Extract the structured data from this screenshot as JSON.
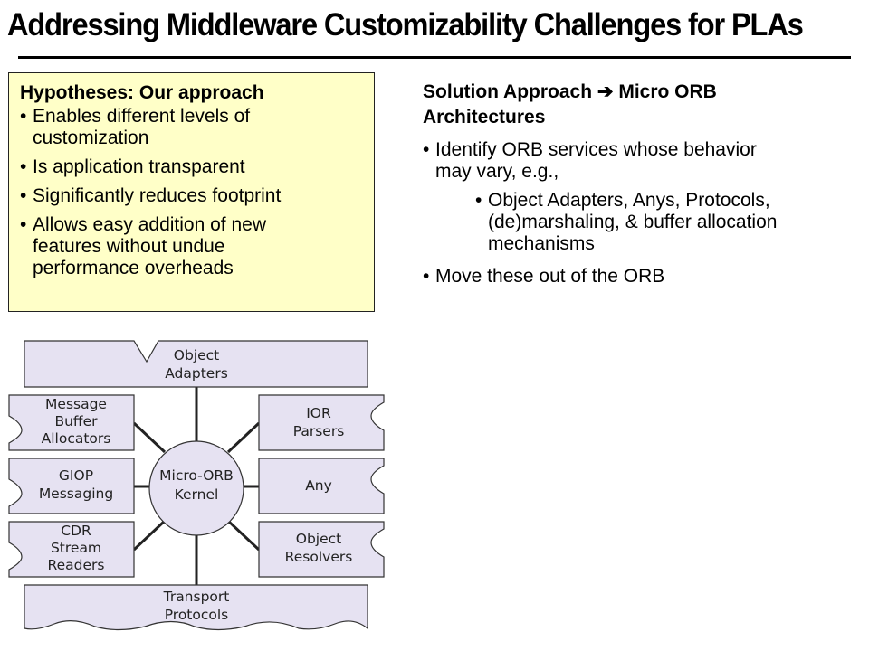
{
  "slide": {
    "title": "Addressing Middleware Customizability Challenges for PLAs"
  },
  "hypotheses": {
    "heading": "Hypotheses: Our approach",
    "items": [
      {
        "lines": [
          "Enables different levels of",
          "customization"
        ]
      },
      {
        "lines": [
          "Is application transparent"
        ]
      },
      {
        "lines": [
          "Significantly reduces footprint"
        ]
      },
      {
        "lines": [
          "Allows easy addition of new",
          "features without undue",
          "performance overheads"
        ]
      }
    ]
  },
  "solution": {
    "heading_lines": [
      "Solution Approach",
      "Architectures"
    ],
    "heading_after_arrow": "Micro ORB",
    "items": [
      {
        "lines": [
          "Identify ORB services whose behavior",
          "may vary, e.g.,"
        ]
      },
      {
        "lines": [
          "Move these out of the ORB"
        ]
      }
    ],
    "sub_items": [
      {
        "lines": [
          "Object Adapters, Anys, Protocols,",
          "(de)marshaling, & buffer allocation",
          "mechanisms"
        ]
      }
    ]
  },
  "diagram": {
    "fill_color": "#e6e2f2",
    "stroke_color": "#333333",
    "top": {
      "lines": [
        "Object",
        "Adapters"
      ]
    },
    "bottom": {
      "lines": [
        "Transport",
        "Protocols"
      ]
    },
    "kernel": {
      "lines": [
        "Micro-ORB",
        "Kernel"
      ]
    },
    "left": [
      {
        "lines": [
          "Message",
          "Buffer",
          "Allocators"
        ]
      },
      {
        "lines": [
          "GIOP",
          "Messaging"
        ]
      },
      {
        "lines": [
          "CDR",
          "Stream",
          "Readers"
        ]
      }
    ],
    "right": [
      {
        "lines": [
          "IOR",
          "Parsers"
        ]
      },
      {
        "lines": [
          "Any"
        ]
      },
      {
        "lines": [
          "Object",
          "Resolvers"
        ]
      }
    ]
  }
}
